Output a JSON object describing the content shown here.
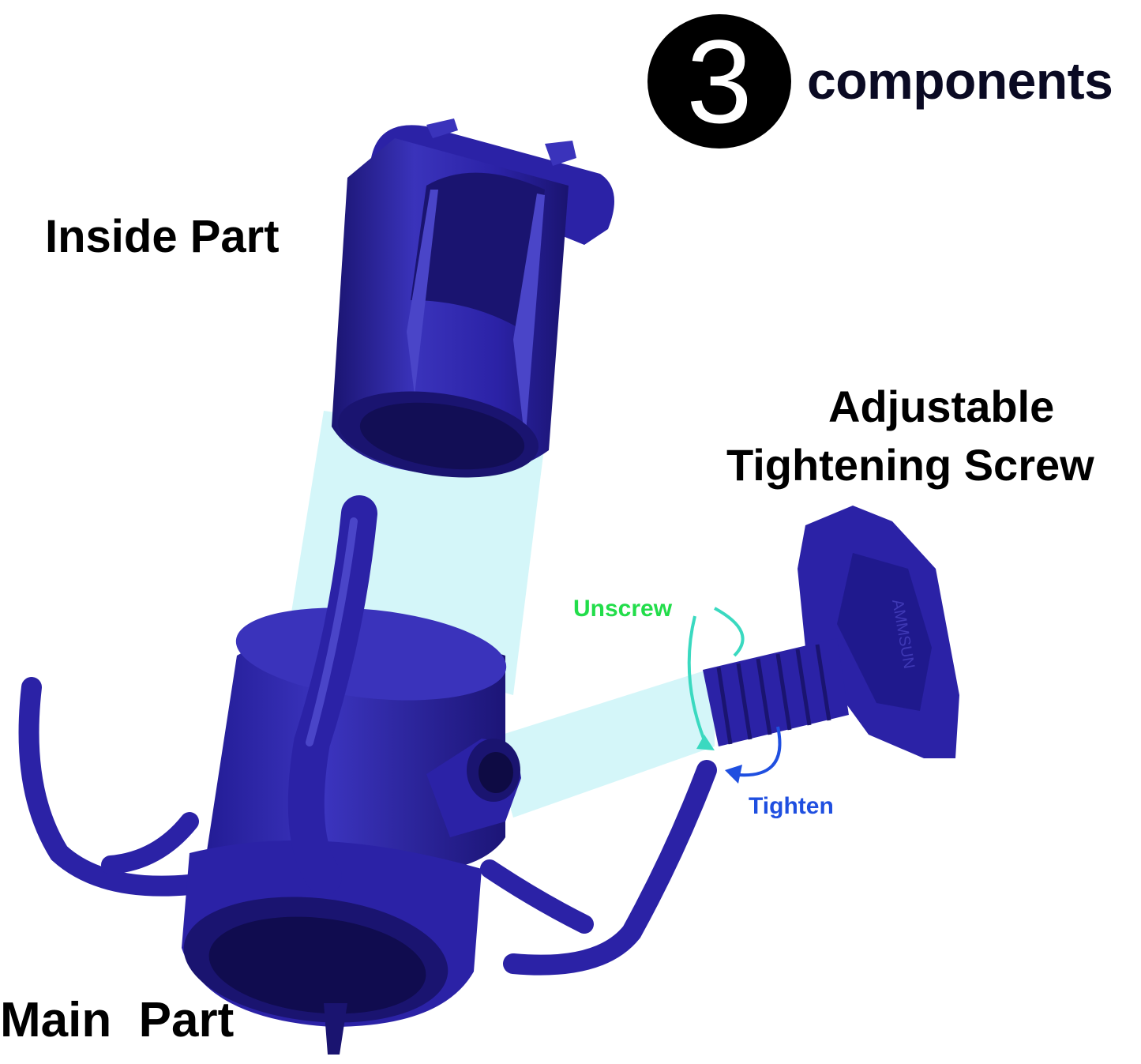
{
  "badge": {
    "number": "3"
  },
  "headline": "components",
  "labels": {
    "inside_part": "Inside Part",
    "screw_line1": "Adjustable",
    "screw_line2": "Tightening Screw",
    "main_part": "Main  Part",
    "unscrew": "Unscrew",
    "tighten": "Tighten"
  },
  "screw_brand": "AMMSUN",
  "colors": {
    "part_blue": "#2b22a6",
    "shadow_blue": "#1a1470",
    "highlight_blue": "#4a45c8",
    "guide_cyan": "#cdf4f8",
    "unscrew_green": "#22dd4a",
    "tighten_blue": "#1f4fe0",
    "arrow_teal": "#3ad9c0",
    "badge_black": "#000000"
  }
}
